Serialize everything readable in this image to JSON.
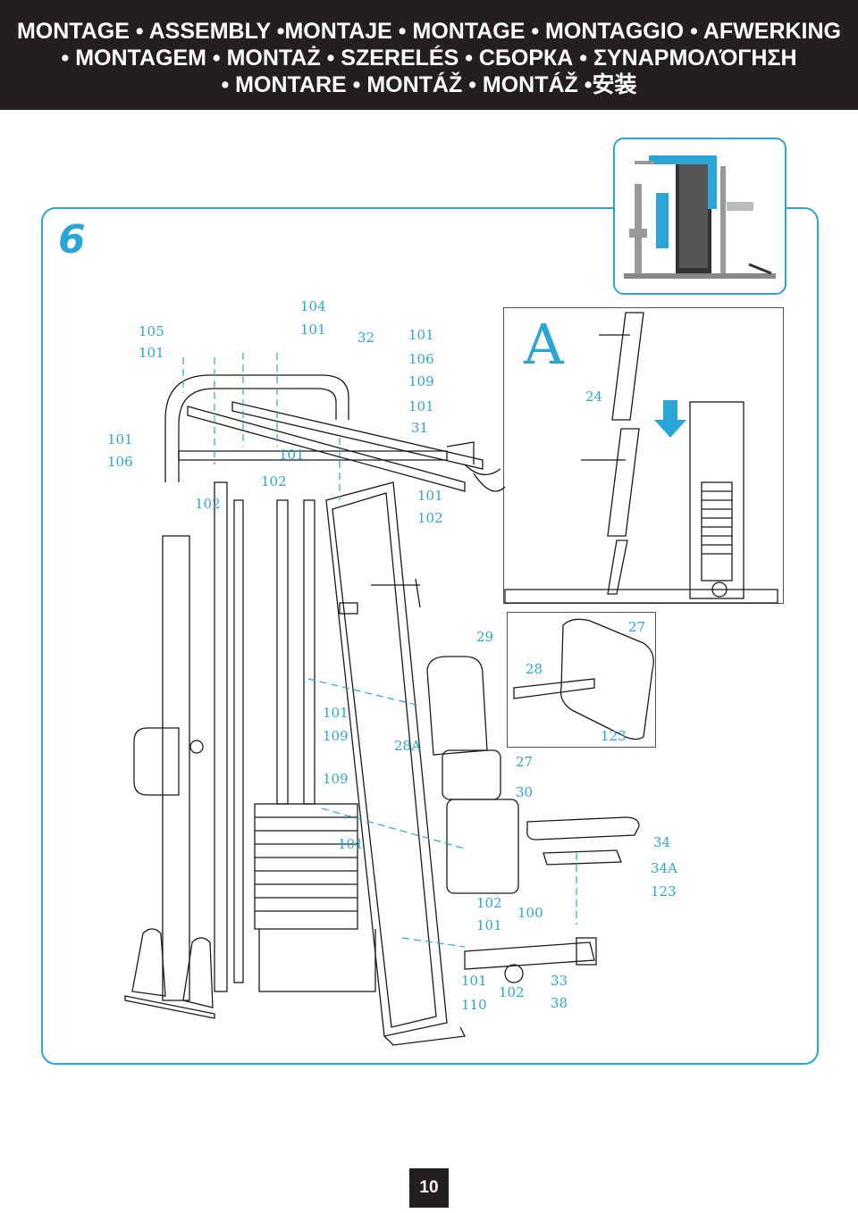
{
  "header": {
    "line1": "MONTAGE • ASSEMBLY •MONTAJE • MONTAGE • MONTAGGIO • AFWERKING",
    "line2": "• MONTAGEM • MONTAŻ • SZERELÉS • СБОРКА • ΣΥΝΑΡΜΟΛΌΓΗΣΗ",
    "line3": "• MONTARE •  MONTÁŽ • MONTÁŽ •安装"
  },
  "step_number": "6",
  "detail_letter": "A",
  "page_number": "10",
  "labels": {
    "l104": "104",
    "l101a": "101",
    "l105": "105",
    "l101b": "101",
    "l32": "32",
    "l101c": "101",
    "l106a": "106",
    "l109a": "109",
    "l101d": "101",
    "l31": "31",
    "l101e": "101",
    "l106b": "106",
    "l101f": "101",
    "l102a": "102",
    "l102b": "102",
    "l101g": "101",
    "l102c": "102",
    "l24": "24",
    "l29": "29",
    "l27a": "27",
    "l28": "28",
    "l101h": "101",
    "l109b": "109",
    "l28A": "28A",
    "l27b": "27",
    "l123a": "123",
    "l109c": "109",
    "l30": "30",
    "l101i": "101",
    "l34": "34",
    "l34A": "34A",
    "l123b": "123",
    "l102d": "102",
    "l100": "100",
    "l101j": "101",
    "l101k": "101",
    "l33": "33",
    "l110": "110",
    "l102e": "102",
    "l38": "38"
  },
  "colors": {
    "accent": "#2aa6d6",
    "header_bg": "#231f20",
    "line": "#1a1a1a"
  }
}
